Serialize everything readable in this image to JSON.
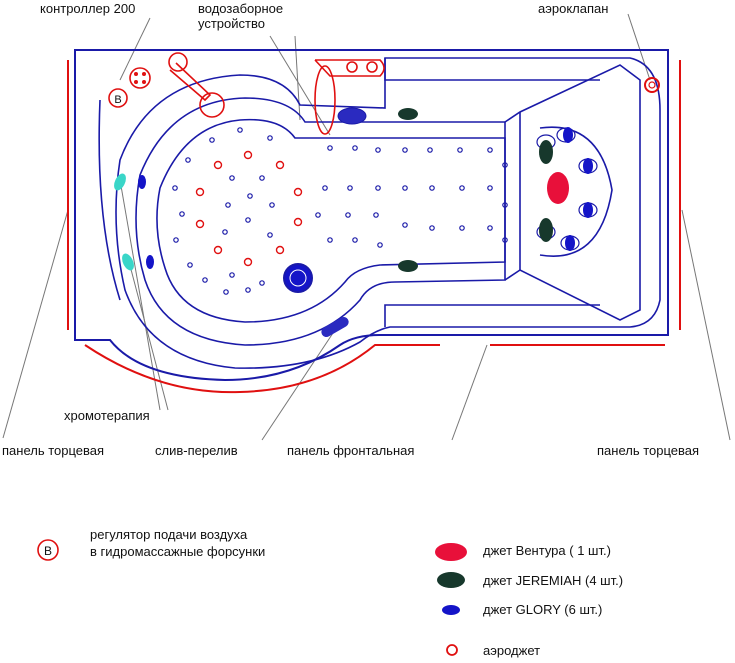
{
  "labels": {
    "controller": "контроллер 200",
    "water_intake_l1": "водозаборное",
    "water_intake_l2": "устройство",
    "aero_valve": "аэроклапан",
    "chromotherapy": "хромотерапия",
    "panel_end_left": "панель торцевая",
    "drain_overflow": "слив-перелив",
    "panel_front": "панель фронтальная",
    "panel_end_right": "панель торцевая",
    "controller_b_letter": "B"
  },
  "legend": {
    "b_symbol": "B",
    "regulator_l1": "регулятор подачи воздуха",
    "regulator_l2": "в гидромассажные форсунки",
    "ventura": "джет Вентура ( 1 шт.)",
    "jeremiah": "джет JEREMIAH  (4 шт.)",
    "glory": "джет GLORY (6 шт.)",
    "aerojet": "аэроджет"
  },
  "colors": {
    "outline": "#1a1aa8",
    "red": "#e01010",
    "ventura": "#e8103a",
    "jeremiah": "#17382c",
    "glory": "#1414c8",
    "chromo": "#3ad6c8",
    "text": "#111111"
  }
}
